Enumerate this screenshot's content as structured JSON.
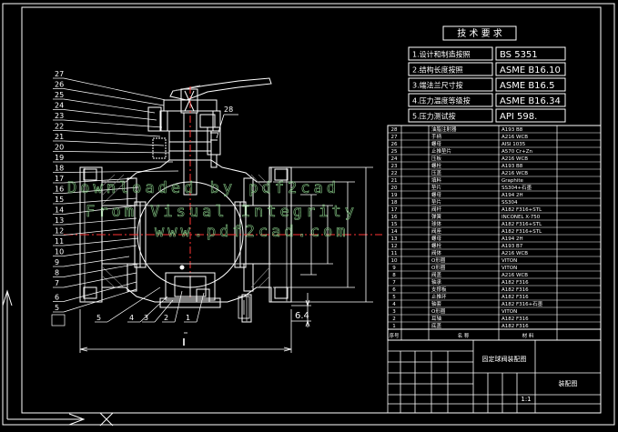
{
  "technical_requirements": {
    "heading": "技 术 要 求",
    "items": [
      {
        "label": "1.设计和制造按照",
        "standard": "BS 5351"
      },
      {
        "label": "2.结构长度按照",
        "standard": "ASME B16.10"
      },
      {
        "label": "3.端法兰尺寸按",
        "standard": "ASME B16.5"
      },
      {
        "label": "4.压力温度等级按",
        "standard": "ASME B16.34"
      },
      {
        "label": "5.压力测试按",
        "standard": "API 598."
      }
    ]
  },
  "leader_labels": [
    "27",
    "26",
    "25",
    "24",
    "23",
    "22",
    "21",
    "20",
    "19",
    "18",
    "17",
    "16",
    "15",
    "14",
    "13",
    "12",
    "11",
    "10",
    "9",
    "8",
    "7",
    "6",
    "5",
    "4",
    "3",
    "2",
    "1"
  ],
  "callout_28": "28",
  "dimension_label": "6.4",
  "watermarks": [
    "Downloaded by pdf2cad",
    "From Visual Integrity",
    "www.pdf2cad.com"
  ],
  "parts_list": {
    "rows": [
      {
        "no": "28",
        "name": "油脂注射器",
        "material": "A193 B8"
      },
      {
        "no": "27",
        "name": "手柄",
        "material": "A216 WCB"
      },
      {
        "no": "26",
        "name": "螺母",
        "material": "AISI 1035"
      },
      {
        "no": "25",
        "name": "止推垫片",
        "material": "A570 Cr+Zn"
      },
      {
        "no": "24",
        "name": "压板",
        "material": "A216 WCB"
      },
      {
        "no": "23",
        "name": "螺栓",
        "material": "A193 B8"
      },
      {
        "no": "22",
        "name": "压盖",
        "material": "A216 WCB"
      },
      {
        "no": "21",
        "name": "填料",
        "material": "Graphite"
      },
      {
        "no": "20",
        "name": "垫片",
        "material": "SS304+石墨"
      },
      {
        "no": "19",
        "name": "螺母",
        "material": "A194 2H"
      },
      {
        "no": "18",
        "name": "垫片",
        "material": "SS304"
      },
      {
        "no": "17",
        "name": "阀杆",
        "material": "A182 F316+STL"
      },
      {
        "no": "16",
        "name": "弹簧",
        "material": "INCONEL X-750"
      },
      {
        "no": "15",
        "name": "球体",
        "material": "A182 F316+STL"
      },
      {
        "no": "14",
        "name": "阀座",
        "material": "A182 F316+STL"
      },
      {
        "no": "13",
        "name": "螺母",
        "material": "A194 2H"
      },
      {
        "no": "12",
        "name": "螺栓",
        "material": "A193 B7"
      },
      {
        "no": "11",
        "name": "阀体",
        "material": "A216 WCB"
      },
      {
        "no": "10",
        "name": "O形圈",
        "material": "VITON"
      },
      {
        "no": "9",
        "name": "O形圈",
        "material": "VITON"
      },
      {
        "no": "8",
        "name": "阀盖",
        "material": "A216 WCB"
      },
      {
        "no": "7",
        "name": "轴承",
        "material": "A182 F316"
      },
      {
        "no": "6",
        "name": "支撑板",
        "material": "A182 F316"
      },
      {
        "no": "5",
        "name": "止推环",
        "material": "A182 F316"
      },
      {
        "no": "4",
        "name": "轴套",
        "material": "A182 F316+石墨"
      },
      {
        "no": "3",
        "name": "O形圈",
        "material": "VITON"
      },
      {
        "no": "2",
        "name": "耳轴",
        "material": "A182 F316"
      },
      {
        "no": "1",
        "name": "底盖",
        "material": "A182 F316"
      }
    ],
    "header": {
      "no": "序号",
      "name": "名 称",
      "material": "材 料"
    }
  },
  "title_block": {
    "drawing_title": "固定球阀装配图",
    "drawing_no": "装配图",
    "scale": "1:1"
  }
}
